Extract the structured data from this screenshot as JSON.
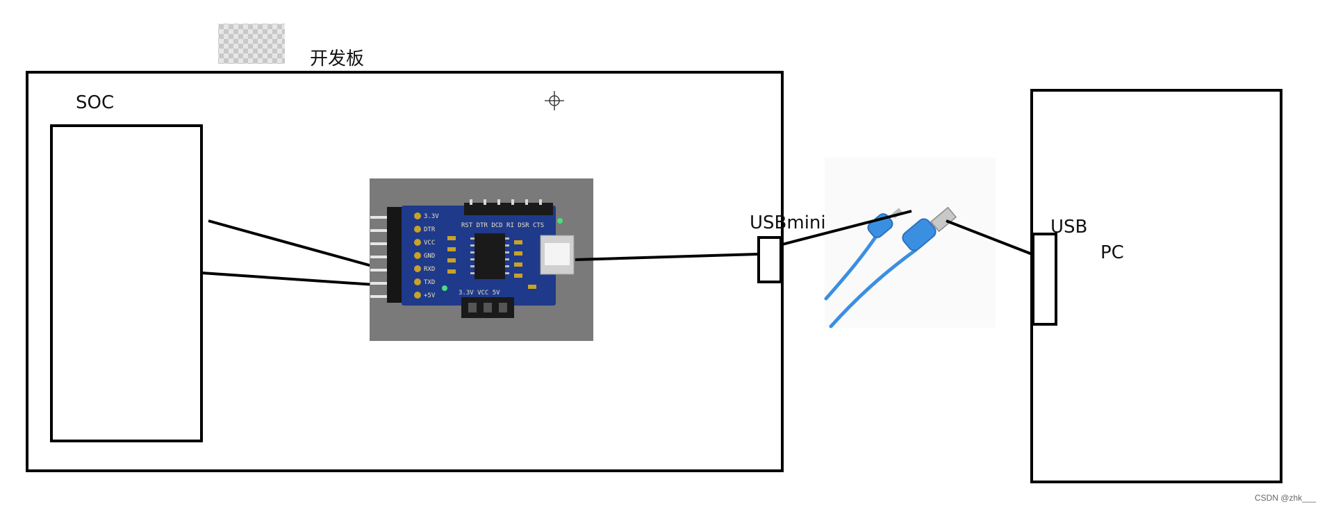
{
  "labels": {
    "board": "开发板",
    "soc": "SOC",
    "usb_mini": "USBmini",
    "usb": "USB",
    "pc": "PC"
  },
  "pcb_pins": [
    "3.3V",
    "DTR",
    "VCC",
    "GND",
    "RXD",
    "TXD",
    "+5V"
  ],
  "pcb_top_pins": "RST DTR DCD RI DSR CTS",
  "pcb_bottom": "3.3V VCC 5V",
  "watermark": "CSDN @zhk___",
  "colors": {
    "outline": "#000000",
    "pcb": "#1f3a8a",
    "pcb_bg": "#7a7a7a",
    "cable": "#3b8fe0"
  },
  "icons": [
    "transparency-placeholder-icon",
    "crosshair-icon"
  ]
}
